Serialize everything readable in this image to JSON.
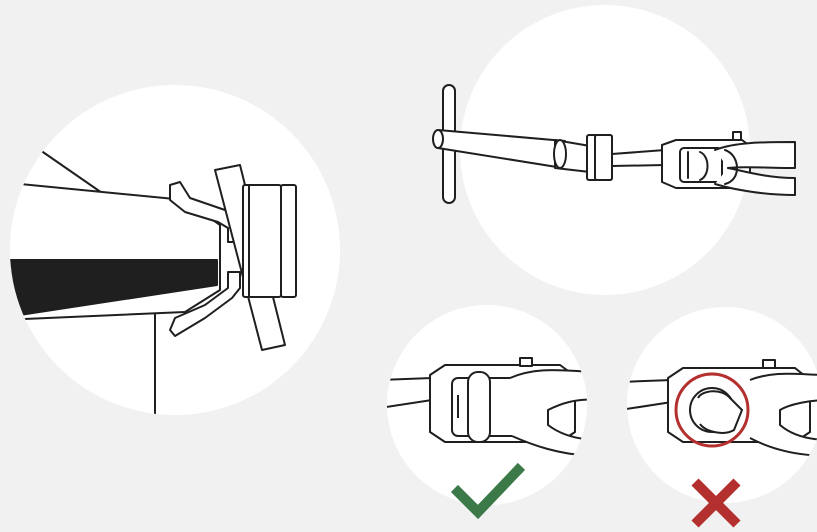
{
  "diagram": {
    "panels": [
      {
        "id": "detail-closeup",
        "subject": "bracket-mount-closeup"
      },
      {
        "id": "linkage-overview",
        "subject": "rod-and-clevis-linkage"
      },
      {
        "id": "correct-example",
        "verdict": "correct",
        "icon": "check-mark-icon"
      },
      {
        "id": "incorrect-example",
        "verdict": "incorrect",
        "icon": "cross-mark-icon"
      }
    ]
  },
  "colors": {
    "background": "#f1f1f1",
    "panel": "#ffffff",
    "line": "#1f1f1f",
    "band": "#1f1f1f",
    "correct": "#3b7a48",
    "incorrect": "#b4302e",
    "highlight_ring": "#b4302e"
  }
}
